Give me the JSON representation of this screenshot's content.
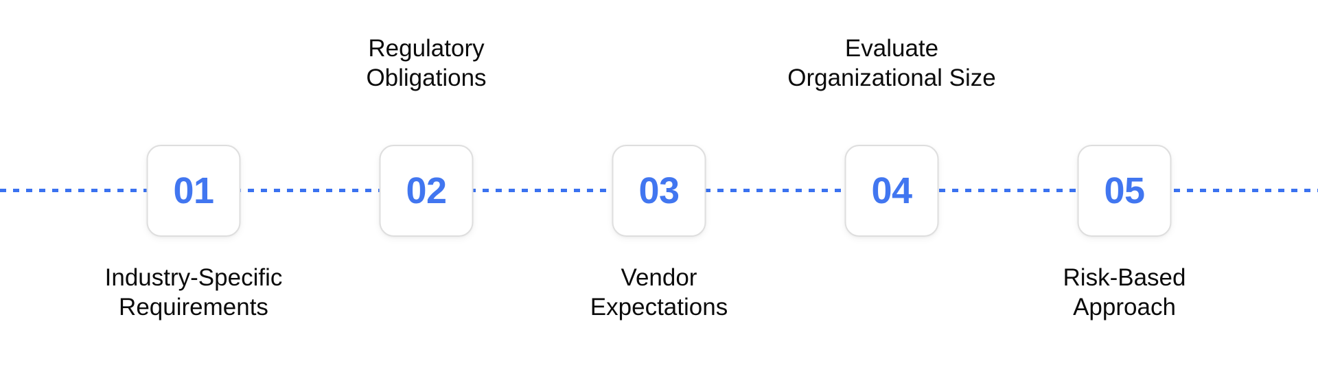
{
  "diagram": {
    "type": "horizontal-numbered-timeline",
    "orientation": "horizontal",
    "background_color": "#ffffff",
    "colors": {
      "rail": "#3b72f0",
      "number": "#4176f0",
      "card_background": "#ffffff",
      "card_border": "#dedede",
      "label_text": "#0b0b0b"
    },
    "steps": [
      {
        "number": "01",
        "label": "Industry-Specific\nRequirements",
        "label_position": "below"
      },
      {
        "number": "02",
        "label": "Regulatory\nObligations",
        "label_position": "above"
      },
      {
        "number": "03",
        "label": "Vendor\nExpectations",
        "label_position": "below"
      },
      {
        "number": "04",
        "label": "Evaluate\nOrganizational Size",
        "label_position": "above"
      },
      {
        "number": "05",
        "label": "Risk-Based\nApproach",
        "label_position": "below"
      }
    ]
  }
}
